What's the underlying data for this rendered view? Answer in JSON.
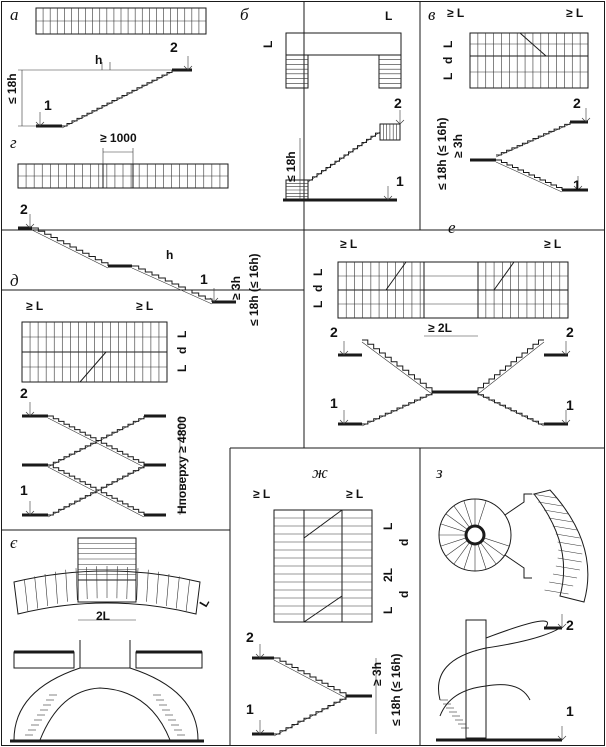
{
  "panels": {
    "a": "а",
    "b": "б",
    "v": "в",
    "g": "г",
    "d": "д",
    "e": "е",
    "ye": "є",
    "zh": "ж",
    "z": "з"
  },
  "levels": {
    "lower": "1",
    "upper": "2"
  },
  "dims": {
    "L": "L",
    "d": "d",
    "h": "h",
    "le_18h": "≤ 18h",
    "le_18h_16h": "≤ 18h (≤ 16h)",
    "ge_3h": "≥ 3h",
    "ge_L": "≥ L",
    "ge_1000": "≥ 1000",
    "ge_2L": "≥ 2L",
    "two_L": "2L",
    "h_floor_4800": "Hповерху ≥ 4800"
  }
}
